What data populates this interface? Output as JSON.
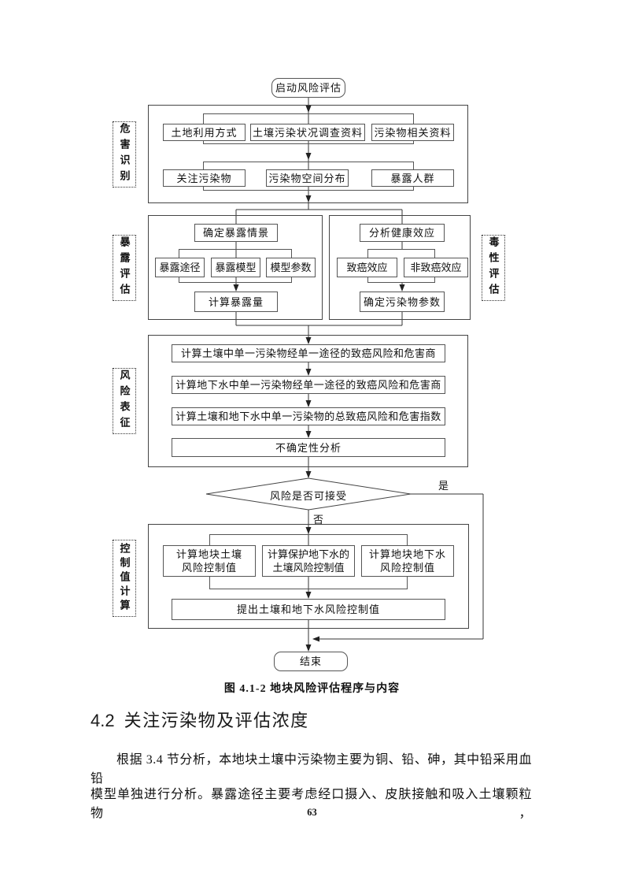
{
  "flowchart": {
    "start_label": "启动风险评估",
    "end_label": "结束",
    "stages": {
      "hazard_label": "危害识别",
      "exposure_label": "暴露评估",
      "toxicity_label": "毒性评估",
      "risk_label": "风险表征",
      "control_label": "控制值计算"
    },
    "hazard": {
      "row1": [
        "土地利用方式",
        "土壤污染状况调查资料",
        "污染物相关资料"
      ],
      "row2": [
        "关注污染物",
        "污染物空间分布",
        "暴露人群"
      ]
    },
    "exposure": {
      "scenario": "确定暴露情景",
      "items": [
        "暴露途径",
        "暴露模型",
        "模型参数"
      ],
      "result": "计算暴露量"
    },
    "toxicity": {
      "analysis": "分析健康效应",
      "items": [
        "致癌效应",
        "非致癌效应"
      ],
      "result": "确定污染物参数"
    },
    "risk_steps": [
      "计算土壤中单一污染物经单一途径的致癌风险和危害商",
      "计算地下水中单一污染物经单一途径的致癌风险和危害商",
      "计算土壤和地下水中单一污染物的总致癌风险和危害指数",
      "不确定性分析"
    ],
    "decision": {
      "question": "风险是否可接受",
      "yes": "是",
      "no": "否"
    },
    "control": {
      "boxes": [
        {
          "line1": "计算地块土壤",
          "line2": "风险控制值"
        },
        {
          "line1": "计算保护地下水的",
          "line2": "土壤风险控制值"
        },
        {
          "line1": "计算地块地下水",
          "line2": "风险控制值"
        }
      ],
      "output": "提出土壤和地下水风险控制值"
    }
  },
  "figure_caption": "图 4.1-2 地块风险评估程序与内容",
  "section": {
    "number": "4.2",
    "title": "关注污染物及评估浓度"
  },
  "paragraph_lines": [
    "根据 3.4 节分析，本地块土壤中污染物主要为铜、铅、砷，其中铅采用血铅",
    "模型单独进行分析。暴露途径主要考虑经口摄入、皮肤接触和吸入土壤颗粒物，"
  ],
  "page_number": "63",
  "colors": {
    "line": "#333333",
    "box_border": "#555555",
    "text": "#111111"
  }
}
